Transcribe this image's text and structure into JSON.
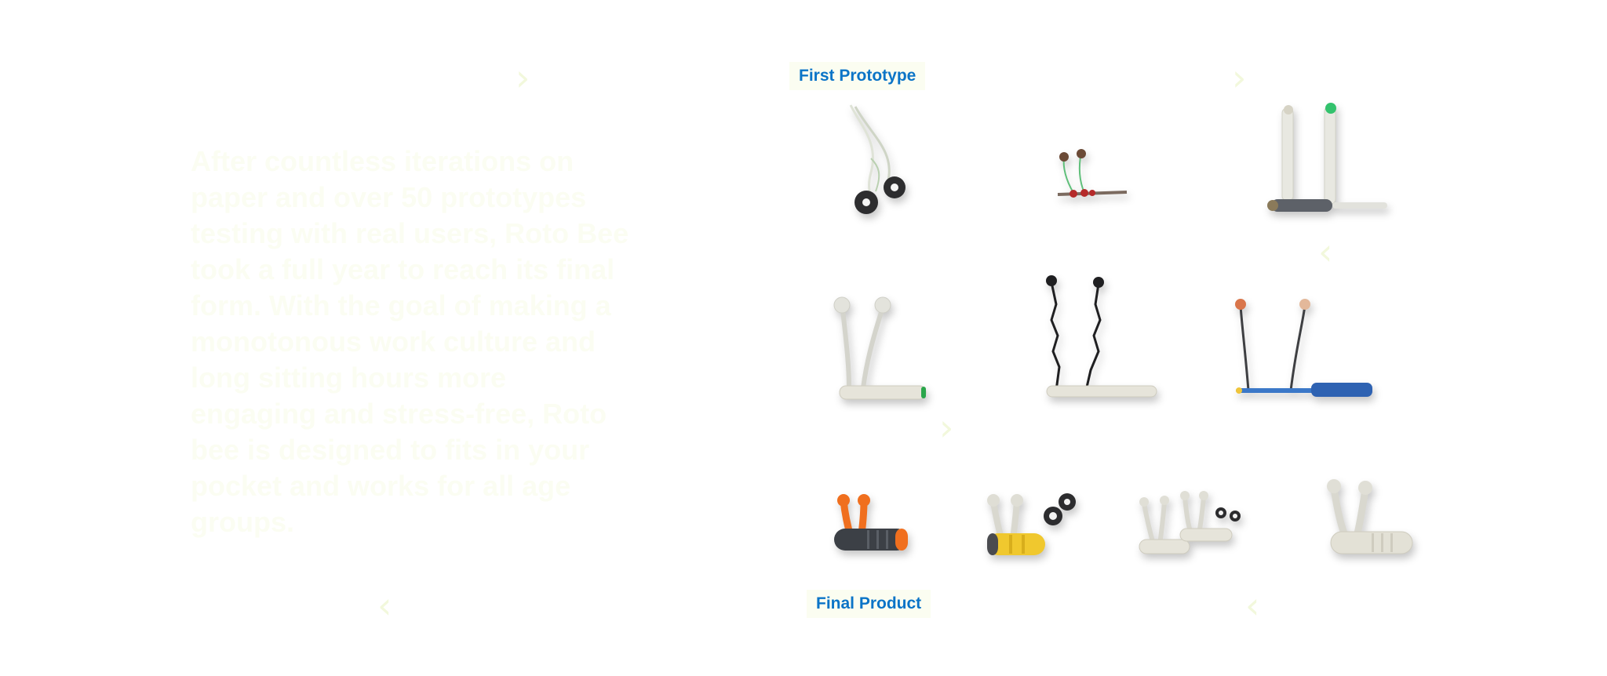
{
  "intro": {
    "text": "After countless iterations on paper and over 50 prototypes testing with real users, Roto Bee took a full year to reach its final form. With the goal of making a monotonous work culture and long sitting hours more engaging and stress-free, Roto bee is designed to fits in your pocket and works for all age groups."
  },
  "labels": {
    "first_prototype": "First Prototype",
    "final_product": "Final Product"
  },
  "decor": {
    "chevron_right": "›",
    "chevron_left": "‹"
  },
  "colors": {
    "label_text": "#0b74c7",
    "label_bg": "#fbfdf1",
    "faint_text": "#fbfdf2",
    "chevron": "#f2f8dc"
  },
  "gallery": {
    "prototypes": [
      {
        "name": "wire-prototype",
        "icon": "wire-loop-with-black-rings"
      },
      {
        "name": "bead-prototype",
        "icon": "wire-with-red-beads"
      },
      {
        "name": "clear-tube-prototype",
        "icon": "clear-tubes-with-dark-grip"
      },
      {
        "name": "white-coil-prototype",
        "icon": "white-coil-springs"
      },
      {
        "name": "black-spring-prototype",
        "icon": "black-springs-on-white-grip"
      },
      {
        "name": "blue-handle-prototype",
        "icon": "blue-handle-with-springs"
      }
    ],
    "final_products": [
      {
        "name": "orange-roto-bee",
        "icon": "orange-grey-product"
      },
      {
        "name": "yellow-roto-bee",
        "icon": "yellow-striped-product-with-bearings"
      },
      {
        "name": "double-roto-bee",
        "icon": "two-white-products-with-bearings"
      },
      {
        "name": "white-roto-bee",
        "icon": "white-final-product"
      }
    ]
  }
}
